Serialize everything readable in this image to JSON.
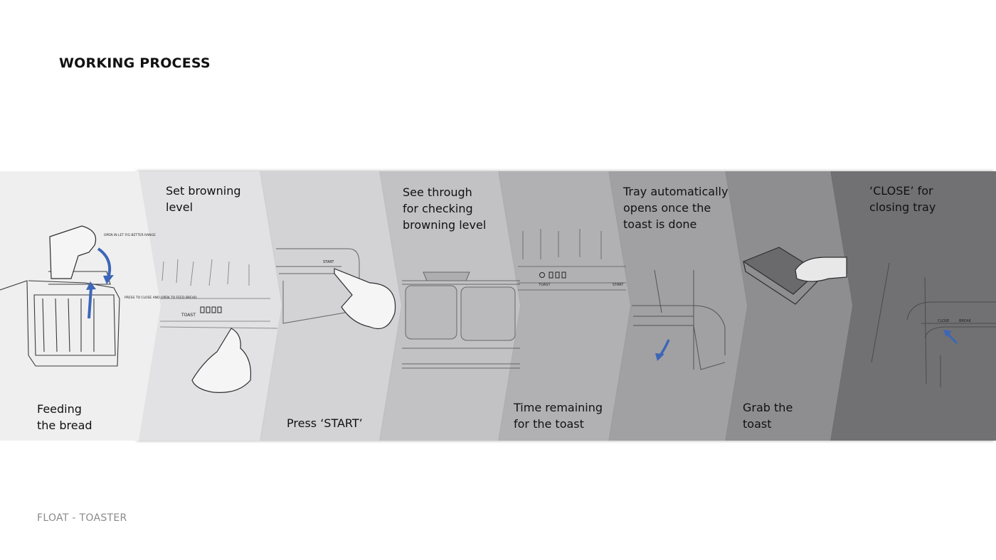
{
  "page": {
    "title": "WORKING PROCESS",
    "footer": "FLOAT - TOASTER"
  },
  "steps": [
    {
      "caption": "Feeding\nthe bread",
      "note_a": "OPEN IN LET FIG BETTER RANGE",
      "note_b": "PRESS TO CLOSE AND OPEN TO FEED BREAD"
    },
    {
      "caption": "Set browning\nlevel",
      "panel_text": "TOAST"
    },
    {
      "caption": "Press ‘START’",
      "panel_text": "START"
    },
    {
      "caption": "See through\nfor checking\nbrowning level"
    },
    {
      "caption": "Time remaining\nfor the toast",
      "panel_text_a": "TOAST",
      "panel_text_b": "START"
    },
    {
      "caption": "Tray automatically\nopens once the\ntoast is done"
    },
    {
      "caption": "Grab the\ntoast"
    },
    {
      "caption": "‘CLOSE’ for\nclosing tray",
      "panel_text_a": "CLOSE",
      "panel_text_b": "BREAK"
    }
  ],
  "colors": {
    "accent_arrow": "#3d66b8",
    "panel_shades": [
      "#efefef",
      "#e2e2e4",
      "#d3d3d5",
      "#c2c2c4",
      "#b1b1b3",
      "#a1a1a3",
      "#8e8e90",
      "#717173"
    ]
  }
}
